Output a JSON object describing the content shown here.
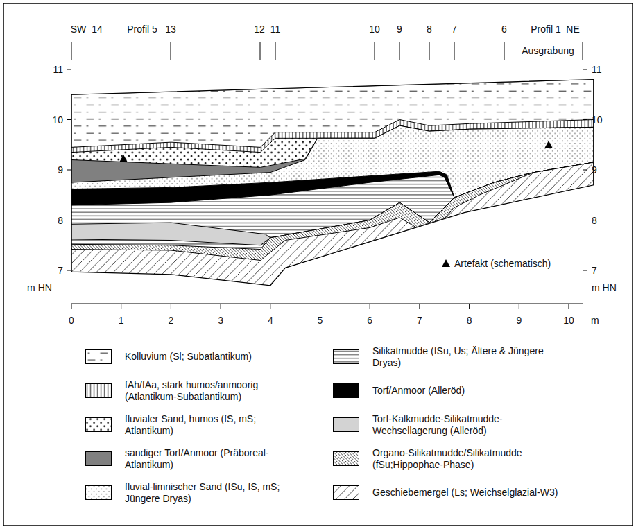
{
  "diagram": {
    "labels": [
      "SW",
      "14",
      "Profil 5",
      "13",
      "12",
      "11",
      "10",
      "9",
      "8",
      "7",
      "6",
      "Profil 1",
      "NE",
      "Ausgrabung",
      "11",
      "10",
      "9",
      "8",
      "7",
      "m HN",
      "11",
      "10",
      "9",
      "8",
      "7",
      "m HN",
      "0",
      "1",
      "2",
      "3",
      "4",
      "5",
      "6",
      "7",
      "8",
      "9",
      "10",
      "m",
      "Artefakt (schematisch)"
    ],
    "legend": [
      {
        "text": "Kolluvium (Sl; Subatlantikum)"
      },
      {
        "text": "fAh/fAa, stark humos/anmoorig (Atlantikum-Subatlantikum)"
      },
      {
        "text": "fluvialer Sand, humos (fS, mS; Atlantikum)"
      },
      {
        "text": "sandiger Torf/Anmoor (Präboreal-Atlantikum)",
        "color": "#808080"
      },
      {
        "text": "fluvial-limnischer Sand (fSu, fS, mS; Jüngere Dryas)"
      },
      {
        "text": "Silikatmudde (fSu, Us; Ältere & Jüngere Dryas)"
      },
      {
        "text": "Torf/Anmoor (Alleröd)",
        "color": "#000000"
      },
      {
        "text": "Torf-Kalkmudde-Silikatmudde- Wechsellagerung (Alleröd)",
        "color": "#d3d3d3"
      },
      {
        "text": "Organo-Silikatmudde/Silikatmudde (fSu;Hippophae-Phase)"
      },
      {
        "text": "Geschiebemergel (Ls; Weichselglazial-W3)"
      }
    ]
  }
}
